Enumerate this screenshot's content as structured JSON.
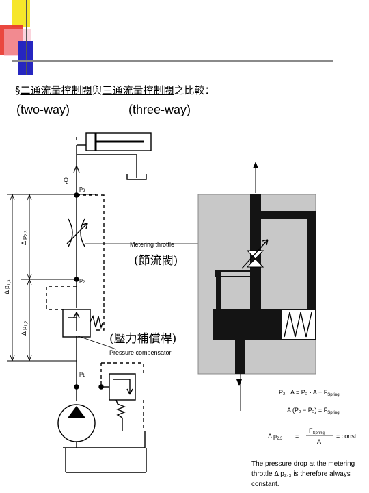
{
  "heading": {
    "prefix": "§",
    "two_way_cn": "二通流量控制閥",
    "connector": "與",
    "three_way_cn": "三通流量控制閥",
    "suffix": "之比較："
  },
  "subheading": {
    "two_way": "(two-way)",
    "three_way": "(three-way)"
  },
  "schematic": {
    "q_label": "Q",
    "p3": "p",
    "p3_sub": "3",
    "p2": "p",
    "p2_sub": "2",
    "p1": "p",
    "p1_sub": "1",
    "dp13": "Δ p",
    "dp13_sub": "1,3",
    "dp23": "Δ p",
    "dp23_sub": "2,3",
    "dp12": "Δ p",
    "dp12_sub": "1,2",
    "metering_throttle": "Metering throttle",
    "metering_throttle_cn": "(節流閥)",
    "pressure_compensator_cn": "(壓力補償桿)",
    "pressure_compensator": "Pressure compensator"
  },
  "equations": {
    "eq1": "P₂ · A = P₃ · A + F",
    "eq1_sub": "Spring",
    "eq2": "A (P₂ − P₃) = F",
    "eq2_sub": "Spring",
    "eq3_lhs": "Δ p",
    "eq3_lhs_sub": "2,3",
    "eq3_num": "F",
    "eq3_num_sub": "Spring",
    "eq3_den": "A",
    "eq3_rhs": "= const"
  },
  "note": "The pressure drop at the metering throttle Δ p₂,₃ is therefore always constant."
}
